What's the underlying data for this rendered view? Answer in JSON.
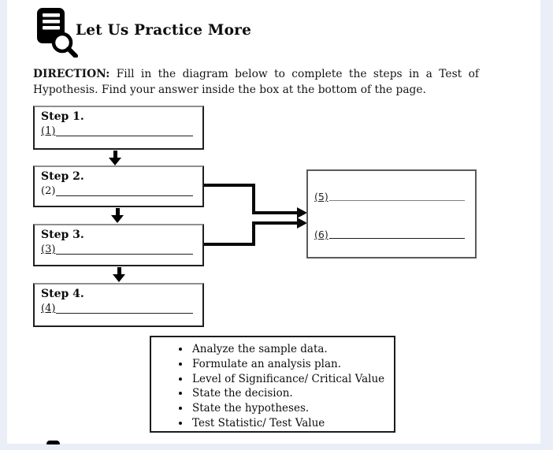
{
  "header": {
    "title": "Let Us Practice More",
    "icon": "notes-magnifier-icon"
  },
  "direction": {
    "label": "DIRECTION:",
    "line1": "Fill in the diagram below to complete the steps in a Test of",
    "line2": "Hypothesis. Find your answer inside the box at the bottom of the page."
  },
  "steps": [
    {
      "title": "Step 1.",
      "blank_label": "(1)"
    },
    {
      "title": "Step 2.",
      "blank_label": "(2)"
    },
    {
      "title": "Step 3.",
      "blank_label": "(3)"
    },
    {
      "title": "Step 4.",
      "blank_label": "(4)"
    }
  ],
  "side_box": {
    "blanks": [
      {
        "label": "(5)"
      },
      {
        "label": "(6)"
      }
    ]
  },
  "answer_bank": {
    "items": [
      "Analyze the sample data.",
      "Formulate an analysis plan.",
      "Level of Significance/ Critical Value",
      "State the decision.",
      "State the hypotheses.",
      "Test Statistic/ Test Value"
    ]
  },
  "colors": {
    "canvas_background": "#eaeef7",
    "page_background": "#ffffff",
    "ink": "#111111",
    "step_box_border": "#1f1f1f",
    "side_box_border": "#5a5a5a"
  }
}
